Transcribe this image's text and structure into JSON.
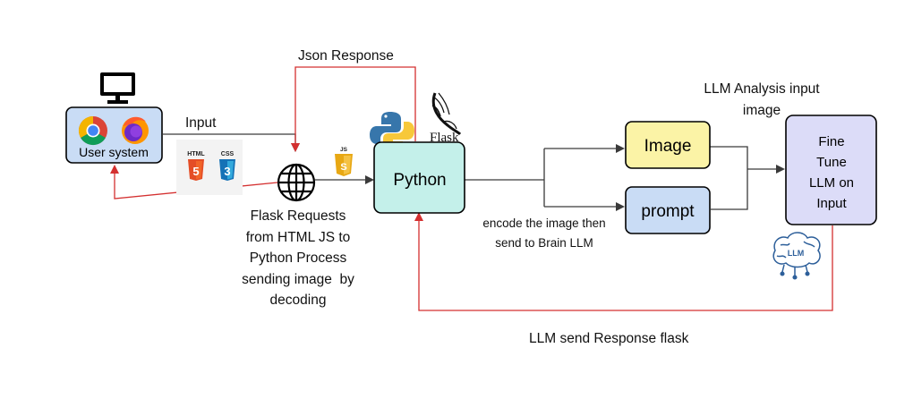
{
  "nodes": {
    "user_system": {
      "label": "User system"
    },
    "python": {
      "label": "Python"
    },
    "image": {
      "label": "Image"
    },
    "prompt": {
      "label": "prompt"
    },
    "fine_tune": {
      "lines": [
        "Fine",
        "Tune",
        "LLM on",
        "Input"
      ]
    }
  },
  "logos": {
    "html": "HTML",
    "css": "CSS",
    "js": "JS",
    "flask": "Flask",
    "llm": "LLM"
  },
  "labels": {
    "json_response": "Json Response",
    "input": "Input",
    "llm_analysis": [
      "LLM Analysis input",
      "image"
    ],
    "flask_requests": [
      "Flask Requests",
      "from HTML JS to",
      "Python Process",
      "sending image  by",
      "decoding"
    ],
    "encode": [
      "encode the image then",
      "send to Brain LLM"
    ],
    "llm_send": "LLM send Response flask"
  },
  "colors": {
    "arrow_dark": "#3a3a3a",
    "arrow_red": "#d43030",
    "user_box": "#c9dcf5",
    "python_box": "#c4f0ea",
    "image_box": "#fbf3a6",
    "prompt_box": "#c9dcf5",
    "finetune_box": "#dcdcf8"
  }
}
